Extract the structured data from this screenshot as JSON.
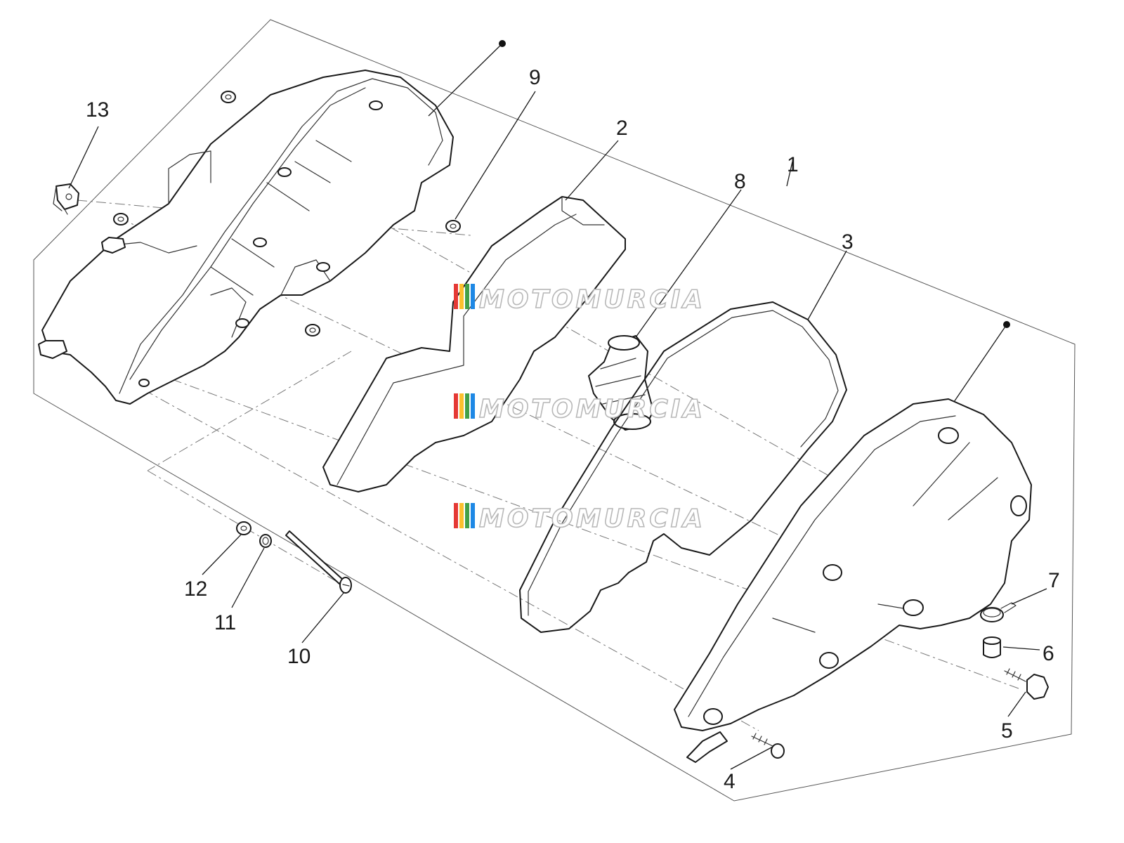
{
  "diagram": {
    "callouts": [
      {
        "id": "1",
        "label": "1"
      },
      {
        "id": "2",
        "label": "2"
      },
      {
        "id": "3",
        "label": "3"
      },
      {
        "id": "4",
        "label": "4"
      },
      {
        "id": "5",
        "label": "5"
      },
      {
        "id": "6",
        "label": "6"
      },
      {
        "id": "7",
        "label": "7"
      },
      {
        "id": "8",
        "label": "8"
      },
      {
        "id": "9",
        "label": "9"
      },
      {
        "id": "10",
        "label": "10"
      },
      {
        "id": "11",
        "label": "11"
      },
      {
        "id": "12",
        "label": "12"
      },
      {
        "id": "13",
        "label": "13"
      }
    ],
    "watermark": {
      "text": "MOTOMURCIA",
      "stripe_colors": [
        "#e53935",
        "#fbc02d",
        "#43a047",
        "#1e88e5"
      ]
    },
    "line_color": "#1a1a1a"
  }
}
